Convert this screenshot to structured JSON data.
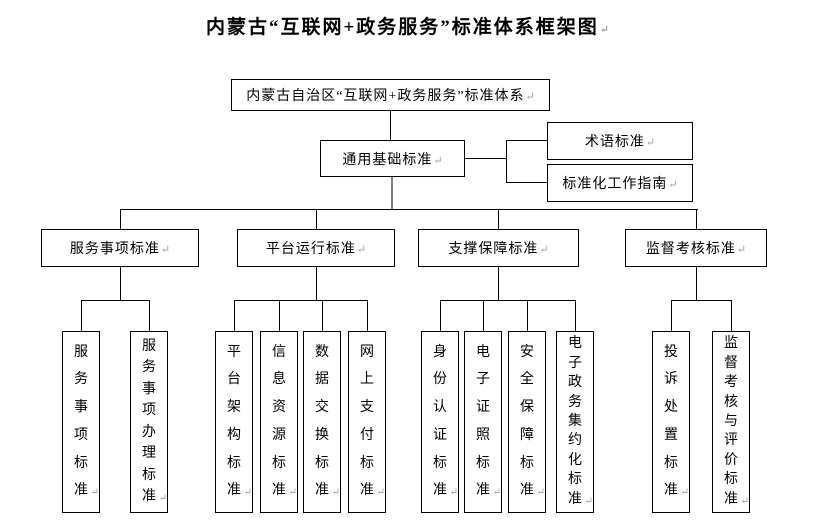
{
  "title": "内蒙古“互联网+政务服务”标准体系框架图",
  "root": {
    "label": "内蒙古自治区“互联网+政务服务”标准体系"
  },
  "general": {
    "label": "通用基础标准"
  },
  "general_children": [
    {
      "label": "术语标准"
    },
    {
      "label": "标准化工作指南"
    }
  ],
  "branches": [
    {
      "label": "服务事项标准",
      "children": [
        "服务事项标准",
        "服务事项办理标准"
      ]
    },
    {
      "label": "平台运行标准",
      "children": [
        "平台架构标准",
        "信息资源标准",
        "数据交换标准",
        "网上支付标准"
      ]
    },
    {
      "label": "支撑保障标准",
      "children": [
        "身份认证标准",
        "电子证照标准",
        "安全保障标准",
        "电子政务集约化标准"
      ]
    },
    {
      "label": "监督考核标准",
      "children": [
        "投诉处置标准",
        "监督考核与评价标准"
      ]
    }
  ],
  "colors": {
    "line": "#000000",
    "gray_line": "#808080",
    "pmark": "#a0a0a0",
    "box_border": "#000000",
    "bg": "#ffffff",
    "text": "#000000"
  }
}
